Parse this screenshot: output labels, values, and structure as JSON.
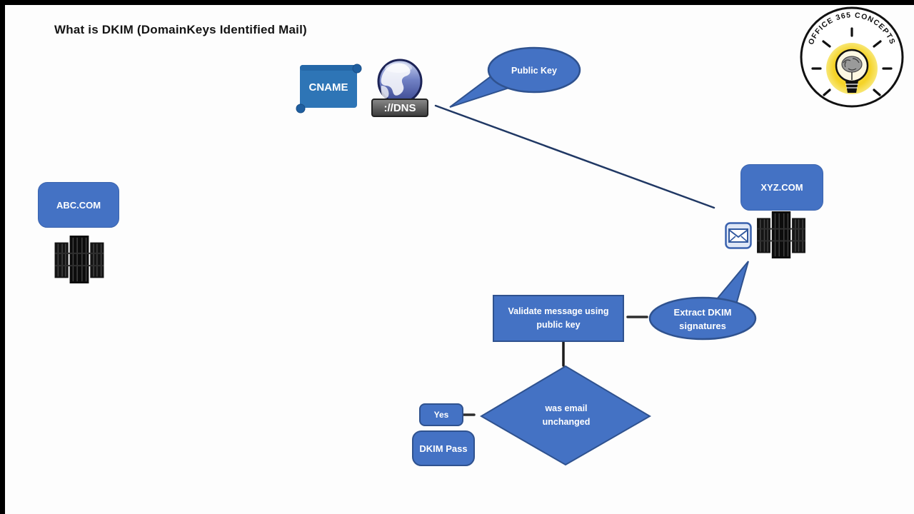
{
  "title": "What is DKIM (DomainKeys Identified Mail)",
  "logo": {
    "brand": "OFFICE 365 CONCEPTS"
  },
  "colors": {
    "shape_fill": "#4472c4",
    "shape_border": "#2f528f",
    "scroll_fill": "#2e75b6",
    "connector_dark": "#333333",
    "diagonal_line": "#203864",
    "logo_glow": "#f5d327"
  },
  "nodes": {
    "cname": "CNAME",
    "dns": "://DNS",
    "public_key": "Public Key",
    "abc_domain": "ABC.COM",
    "xyz_domain": "XYZ.COM",
    "validate": "Validate message using public key",
    "extract": "Extract DKIM signatures",
    "decision": "was email unchanged",
    "yes": "Yes",
    "result": "DKIM Pass"
  }
}
